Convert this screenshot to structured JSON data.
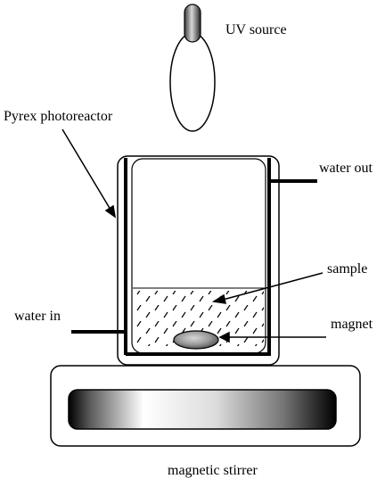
{
  "labels": {
    "uv_source": "UV source",
    "photoreactor": "Pyrex photoreactor",
    "water_out": "water out",
    "sample": "sample",
    "water_in": "water in",
    "magnet": "magnet",
    "stirrer": "magnetic stirrer"
  }
}
